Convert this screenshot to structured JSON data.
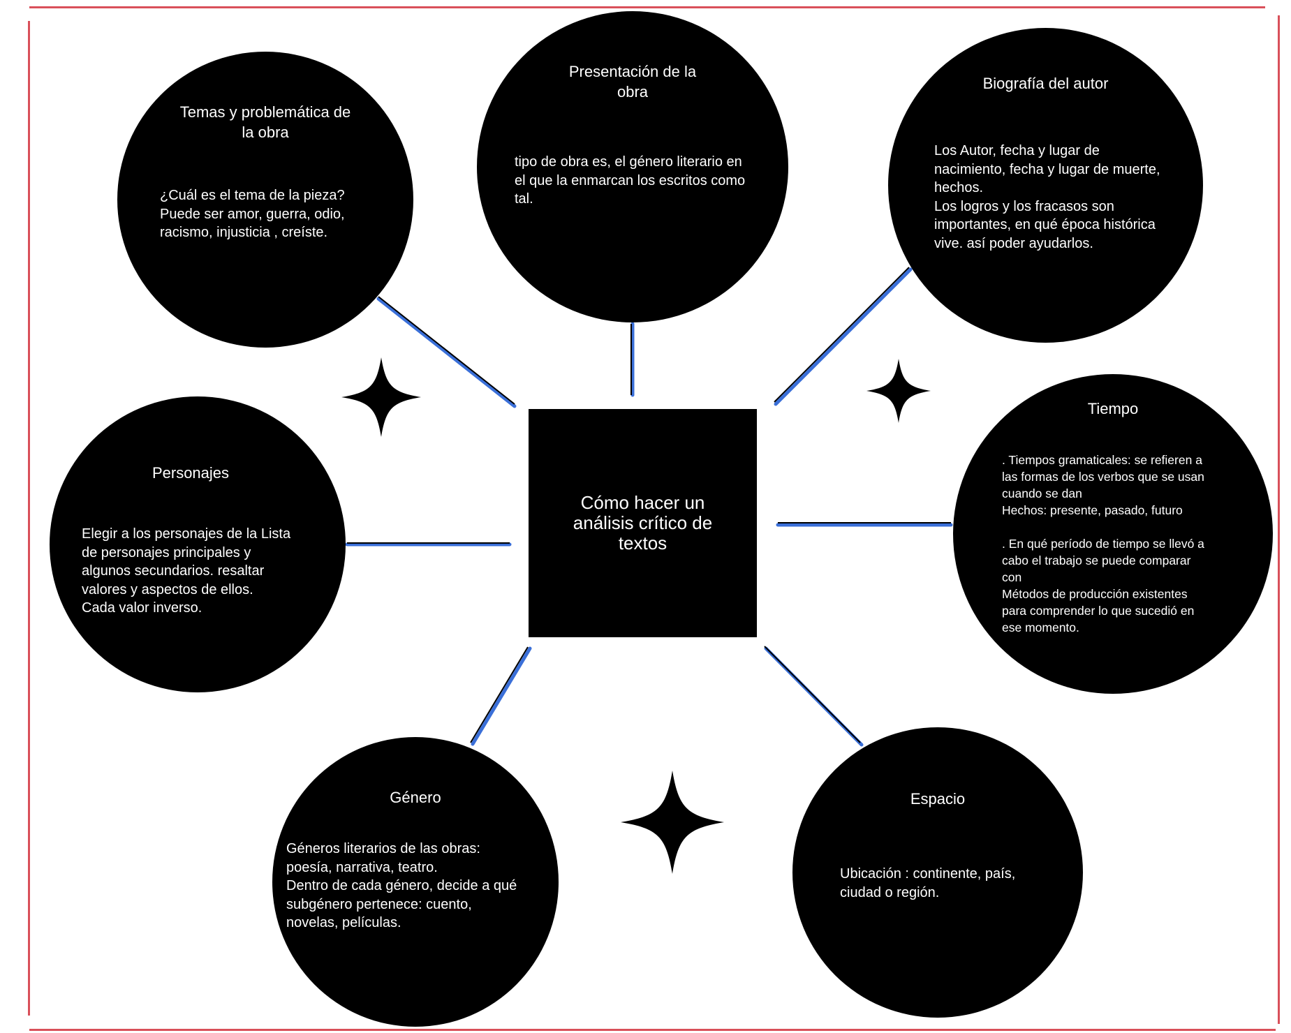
{
  "center": {
    "title": "Cómo hacer un análisis crítico de textos"
  },
  "colors": {
    "node_fill": "#000000",
    "node_text": "#ffffff",
    "connector": "#3a6fd8",
    "frame": "#d9505a"
  },
  "nodes": {
    "temas": {
      "title": "Temas y problemática de la obra",
      "lines": [
        "¿Cuál es el tema de la pieza?",
        "Puede ser amor, guerra, odio,",
        "racismo, injusticia , creíste."
      ]
    },
    "presentacion": {
      "title": "Presentación de la obra",
      "lines": [
        "tipo de obra es, el género literario en",
        "el que la enmarcan los escritos como",
        "tal."
      ]
    },
    "biografia": {
      "title": "Biografía del autor",
      "lines": [
        "Los Autor, fecha y lugar de",
        "nacimiento, fecha y lugar de muerte,",
        "hechos.",
        "Los logros y los fracasos son",
        "importantes, en qué época histórica",
        "vive. así poder ayudarlos."
      ]
    },
    "tiempo": {
      "title": "Tiempo",
      "lines_a": [
        ". Tiempos gramaticales: se refieren a",
        "las formas de los verbos que se usan",
        "cuando se dan",
        "Hechos: presente, pasado, futuro"
      ],
      "lines_b": [
        ". En qué período de tiempo se llevó a",
        "cabo el trabajo se puede comparar",
        "con",
        "Métodos de producción existentes",
        "para comprender lo que sucedió en",
        "ese momento."
      ]
    },
    "personajes": {
      "title": "Personajes",
      "lines": [
        "Elegir a los personajes de la Lista",
        "de personajes principales y",
        "algunos secundarios. resaltar",
        "valores y aspectos de ellos.",
        "Cada valor inverso."
      ]
    },
    "genero": {
      "title": "Género",
      "lines": [
        "Géneros literarios de las obras:",
        "poesía, narrativa, teatro.",
        "Dentro de cada género, decide a qué",
        "subgénero pertenece: cuento,",
        "novelas, películas."
      ]
    },
    "espacio": {
      "title": "Espacio",
      "lines": [
        "Ubicación : continente, país,",
        "ciudad o región."
      ]
    }
  }
}
